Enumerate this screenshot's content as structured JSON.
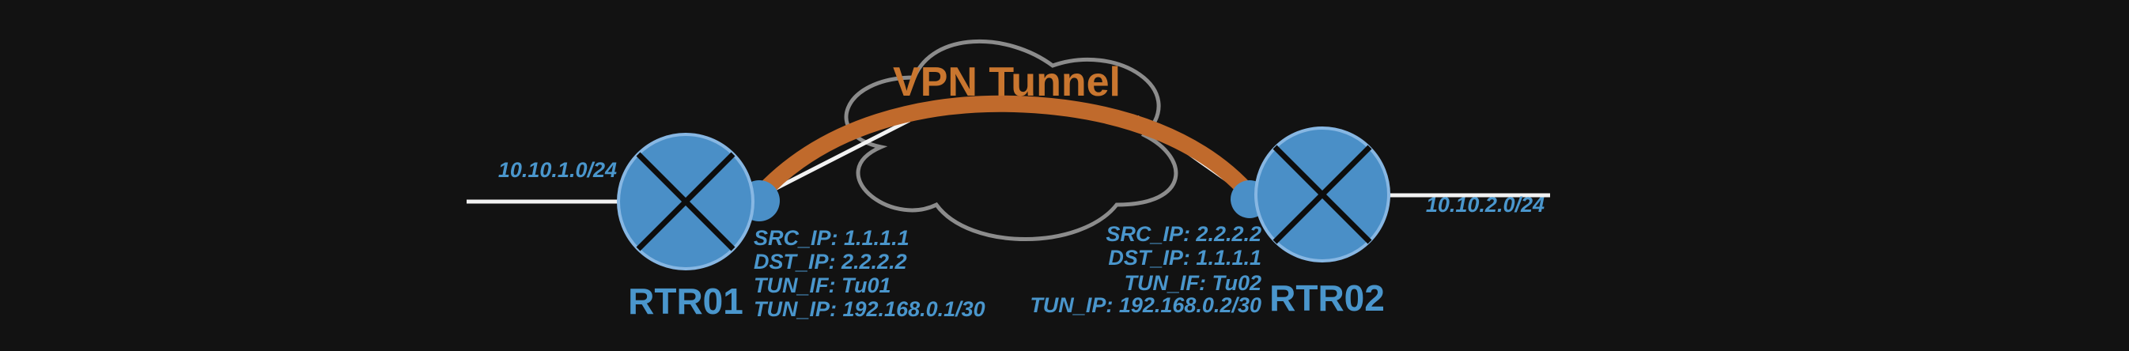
{
  "diagram": {
    "title": "VPN Tunnel",
    "routers": [
      {
        "name": "RTR01",
        "network_label": "10.10.1.0/24",
        "config_lines": [
          "SRC_IP: 1.1.1.1",
          "DST_IP: 2.2.2.2",
          "TUN_IF: Tu01",
          "TUN_IP: 192.168.0.1/30"
        ]
      },
      {
        "name": "RTR02",
        "network_label": "10.10.2.0/24",
        "config_lines": [
          "SRC_IP: 2.2.2.2",
          "DST_IP: 1.1.1.1",
          "TUN_IF: Tu02",
          "TUN_IP: 192.168.0.2/30"
        ]
      }
    ]
  },
  "colors": {
    "background": "#121212",
    "router_fill": "#4a8fc7",
    "router_stroke": "#87b7e3",
    "router_x": "#0d0d0d",
    "label_blue": "#4a96cc",
    "tunnel_orange": "#c06a2c",
    "title_orange": "#c9762f",
    "cloud_stroke": "#8c8c8c",
    "link_white": "#f2f2f2"
  }
}
